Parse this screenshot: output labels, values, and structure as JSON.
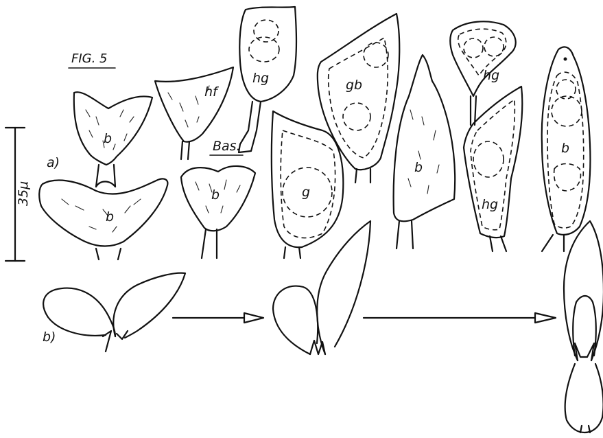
{
  "figure": {
    "title": "FIG. 5",
    "scale_label": "35μ",
    "panel_a": "a)",
    "panel_b": "b)",
    "basidium_label": "Bas.",
    "cell_labels": {
      "b": "b",
      "hf": "hf",
      "hg": "hg",
      "gb": "gb",
      "g": "g"
    }
  }
}
